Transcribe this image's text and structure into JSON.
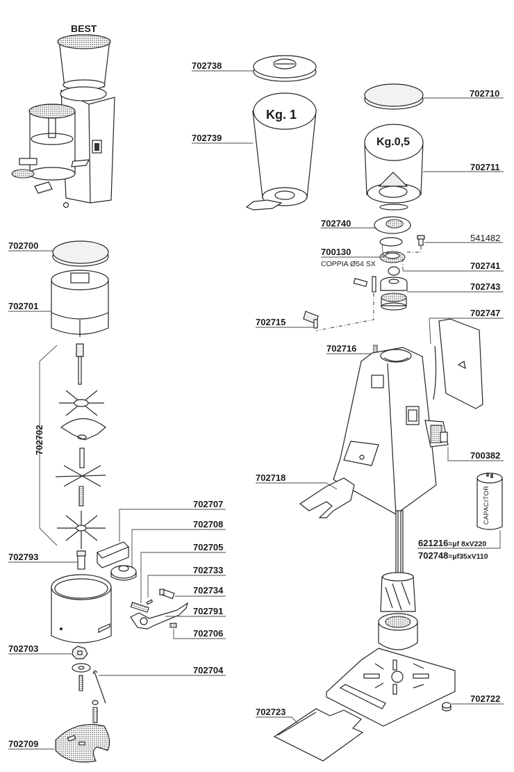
{
  "title": "BEST",
  "hopper_labels": {
    "large": "Kg. 1",
    "small": "Kg.0,5"
  },
  "capacitor_text": "CAPACITOR",
  "parts": {
    "p702738": "702738",
    "p702739": "702739",
    "p702710": "702710",
    "p702711": "702711",
    "p702740": "702740",
    "p541482": "541482",
    "p700130": "700130",
    "p700130_note": "COPPIA Ø54 SX",
    "p702741": "702741",
    "p702743": "702743",
    "p702747": "702747",
    "p702715": "702715",
    "p702716": "702716",
    "p700382": "700382",
    "p702718": "702718",
    "p621216": "621216",
    "p621216_spec": "=µf 8xV220",
    "p702748": "702748",
    "p702748_spec": "=µf35xV110",
    "p702722": "702722",
    "p702723": "702723",
    "p702700": "702700",
    "p702701": "702701",
    "p702702": "702702",
    "p702793": "702793",
    "p702707": "702707",
    "p702708": "702708",
    "p702705": "702705",
    "p702733": "702733",
    "p702734": "702734",
    "p702791": "702791",
    "p702706": "702706",
    "p702703": "702703",
    "p702704": "702704",
    "p702709": "702709"
  }
}
